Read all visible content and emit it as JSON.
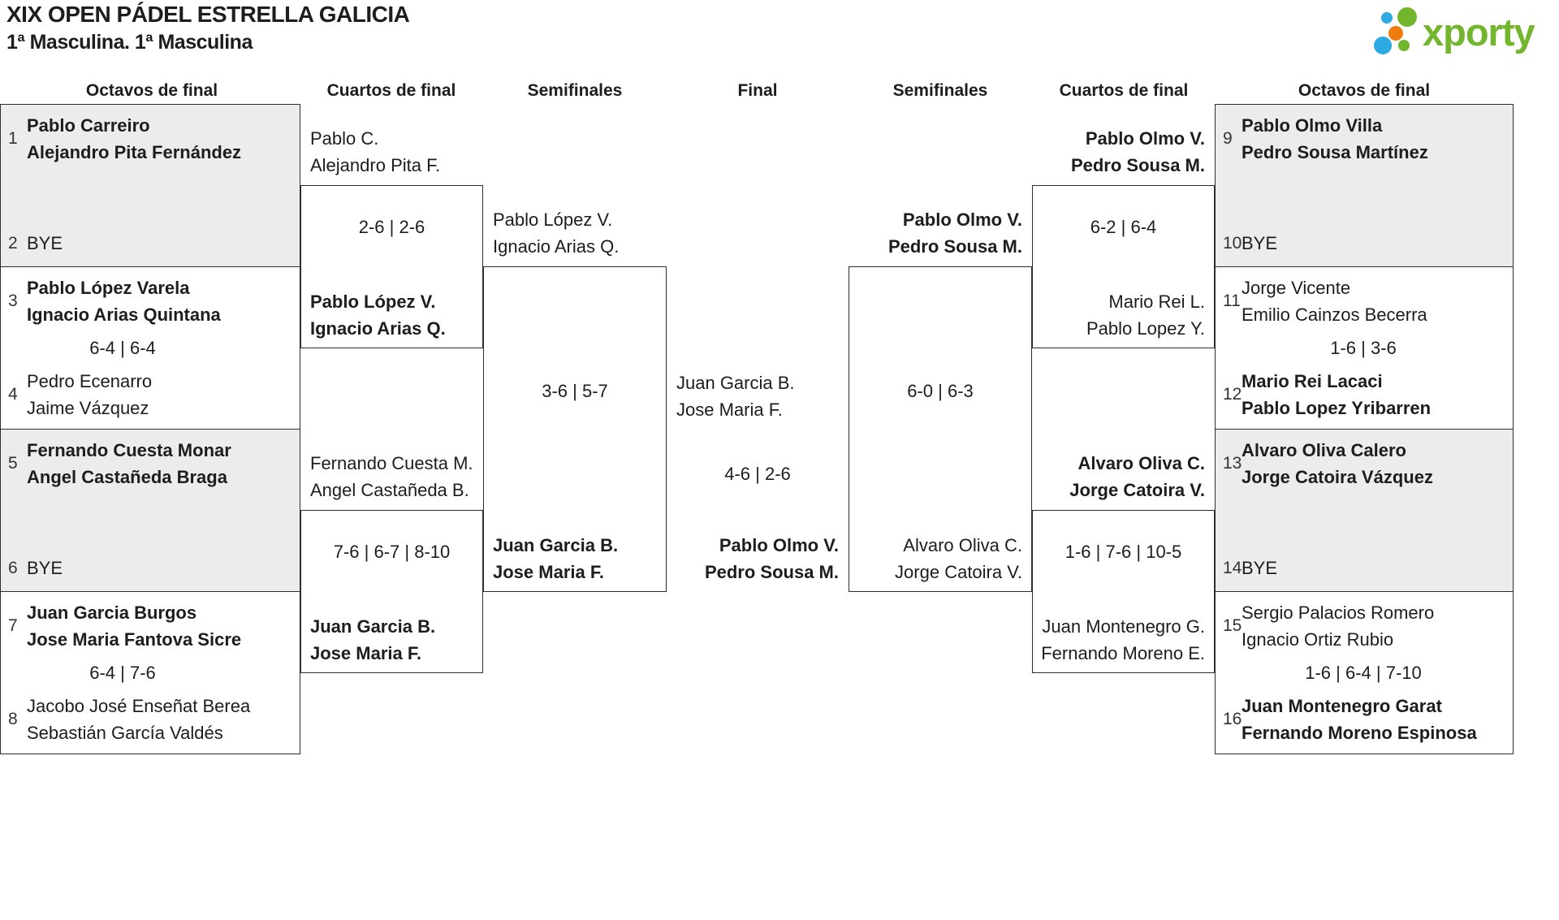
{
  "header": {
    "title": "XIX OPEN PÁDEL ESTRELLA GALICIA",
    "subtitle": "1ª Masculina. 1ª Masculina",
    "logo_text": "xporty"
  },
  "round_headers": {
    "octavos_left": "Octavos de final",
    "cuartos_left": "Cuartos de final",
    "semis_left": "Semifinales",
    "final": "Final",
    "semis_right": "Semifinales",
    "cuartos_right": "Cuartos de final",
    "octavos_right": "Octavos de final"
  },
  "colors": {
    "green": "#71b62c",
    "blue": "#2caae1",
    "orange": "#ee7d11",
    "grey": "#ececec",
    "border": "#2d2d2d",
    "ink": "#1d1d1d"
  },
  "octavos": {
    "m1": {
      "seed_top": "1",
      "top1": "Pablo Carreiro",
      "top2": "Alejandro Pita Fernández",
      "seed_bot": "2",
      "bot1": "BYE"
    },
    "m2": {
      "seed_top": "3",
      "top1": "Pablo López Varela",
      "top2": "Ignacio Arias Quintana",
      "score": "6-4 | 6-4",
      "seed_bot": "4",
      "bot1": "Pedro Ecenarro",
      "bot2": "Jaime Vázquez"
    },
    "m3": {
      "seed_top": "5",
      "top1": "Fernando Cuesta Monar",
      "top2": "Angel Castañeda Braga",
      "seed_bot": "6",
      "bot1": "BYE"
    },
    "m4": {
      "seed_top": "7",
      "top1": "Juan Garcia Burgos",
      "top2": "Jose Maria Fantova Sicre",
      "score": "6-4 | 7-6",
      "seed_bot": "8",
      "bot1": "Jacobo José Enseñat Berea",
      "bot2": "Sebastián García Valdés"
    },
    "m5": {
      "seed_top": "9",
      "top1": "Pablo Olmo Villa",
      "top2": "Pedro Sousa Martínez",
      "seed_bot": "10",
      "bot1": "BYE"
    },
    "m6": {
      "seed_top": "11",
      "top1": "Jorge Vicente",
      "top2": "Emilio Cainzos Becerra",
      "score": "1-6 | 3-6",
      "seed_bot": "12",
      "bot1": "Mario Rei Lacaci",
      "bot2": "Pablo Lopez Yribarren"
    },
    "m7": {
      "seed_top": "13",
      "top1": "Alvaro Oliva Calero",
      "top2": "Jorge Catoira Vázquez",
      "seed_bot": "14",
      "bot1": "BYE"
    },
    "m8": {
      "seed_top": "15",
      "top1": "Sergio Palacios Romero",
      "top2": "Ignacio Ortiz Rubio",
      "score": "1-6 | 6-4 | 7-10",
      "seed_bot": "16",
      "bot1": "Juan Montenegro Garat",
      "bot2": "Fernando Moreno Espinosa"
    }
  },
  "cuartos": {
    "qf1": {
      "top1": "Pablo C.",
      "top2": "Alejandro Pita F.",
      "score": "2-6 | 2-6",
      "bot1": "Pablo López V.",
      "bot2": "Ignacio Arias Q."
    },
    "qf2": {
      "top1": "Fernando Cuesta M.",
      "top2": "Angel Castañeda B.",
      "score": "7-6 | 6-7 | 8-10",
      "bot1": "Juan Garcia B.",
      "bot2": "Jose Maria F."
    },
    "qf3": {
      "top1": "Pablo Olmo V.",
      "top2": "Pedro Sousa M.",
      "score": "6-2 | 6-4",
      "bot1": "Mario Rei L.",
      "bot2": "Pablo Lopez Y."
    },
    "qf4": {
      "top1": "Alvaro Oliva C.",
      "top2": "Jorge Catoira V.",
      "score": "1-6 | 7-6 | 10-5",
      "bot1": "Juan Montenegro G.",
      "bot2": "Fernando Moreno E."
    }
  },
  "semis": {
    "sf1": {
      "top1": "Pablo López V.",
      "top2": "Ignacio Arias Q.",
      "score": "3-6 | 5-7",
      "bot1": "Juan Garcia B.",
      "bot2": "Jose Maria F."
    },
    "sf2": {
      "top1": "Pablo Olmo V.",
      "top2": "Pedro Sousa M.",
      "score": "6-0 | 6-3",
      "bot1": "Alvaro Oliva C.",
      "bot2": "Jorge Catoira V."
    }
  },
  "final": {
    "top1": "Juan Garcia B.",
    "top2": "Jose Maria F.",
    "score": "4-6 | 2-6",
    "bot1": "Pablo Olmo V.",
    "bot2": "Pedro Sousa M."
  }
}
